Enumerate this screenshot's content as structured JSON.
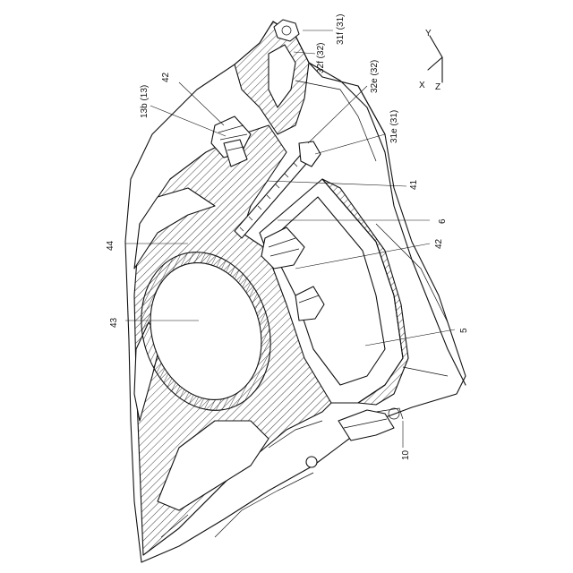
{
  "labels": {
    "l31f": "31f (31)",
    "l32f": "32f (32)",
    "l32e": "32e (32)",
    "l31e": "31e (31)",
    "l13b": "13b (13)",
    "l42a": "42",
    "l42b": "42",
    "l41": "41",
    "l6": "6",
    "l44": "44",
    "l43": "43",
    "l5": "5",
    "l10": "10"
  },
  "axes": {
    "x": "X",
    "y": "Y",
    "z": "Z"
  }
}
